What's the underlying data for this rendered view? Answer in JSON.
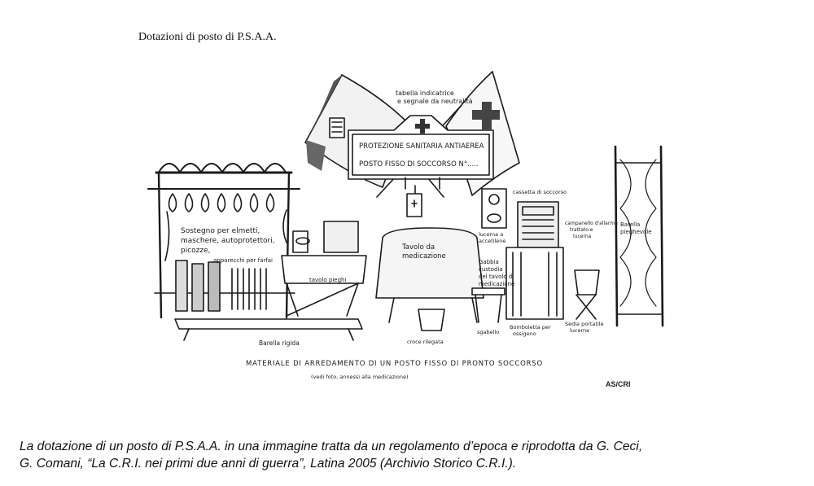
{
  "scan": {
    "title": "Dotazioni di posto di P.S.A.A.",
    "credit": "AS/CRI"
  },
  "drawing": {
    "sign_top": "PROTEZIONE SANITARIA ANTIAEREA",
    "sign_bottom": "POSTO FISSO DI SOCCORSO  N°.....",
    "flag_sign_note_1": "tabella indicatrice",
    "flag_sign_note_2": "e segnale da neutralità",
    "rack_label_1": "Sostegno per elmetti,",
    "rack_label_2": "maschere, autoprotettori,",
    "rack_label_3": "picozze,",
    "rack_label_4": "apparecchi per farfai",
    "rack_table_label": "tavolo pieghi",
    "stretcher_rigid": "Barella rigida",
    "table_label_1": "Tavolo da",
    "table_label_2": "medicazione",
    "cabinet_label_1": "Gabbia",
    "cabinet_label_2": "custodia",
    "cabinet_label_3": "del tavolo di",
    "cabinet_label_4": "medicazione",
    "cross_label": "croce rilegata",
    "clock_label": "lucerna a",
    "clock_label_2": "accetilene",
    "box_label": "cassetta di soccorso",
    "lamp_label_1": "campanello d'allarme",
    "lamp_label_2": "trattato e",
    "lamp_label_3": "lucerna",
    "stool_label": "sgabello",
    "bench_label_1": "Bomboletta per",
    "bench_label_2": "ossigeno",
    "chair_label_1": "Sedia portatile",
    "chair_label_2": "lucerne",
    "right_stretcher_1": "Barella",
    "right_stretcher_2": "pieghevole",
    "main_caption": "MATERIALE DI ARREDAMENTO DI UN POSTO FISSO DI PRONTO SOCCORSO",
    "sub_caption": "(vedi foto, annessi alla medicazione)"
  },
  "caption": {
    "line1": "La dotazione di un posto di P.S.A.A. in una immagine tratta da un regolamento d’epoca e riprodotta da G. Ceci,",
    "line2": "G. Comani, “La C.R.I. nei primi due anni di guerra”, Latina 2005 (Archivio Storico C.R.I.)."
  }
}
